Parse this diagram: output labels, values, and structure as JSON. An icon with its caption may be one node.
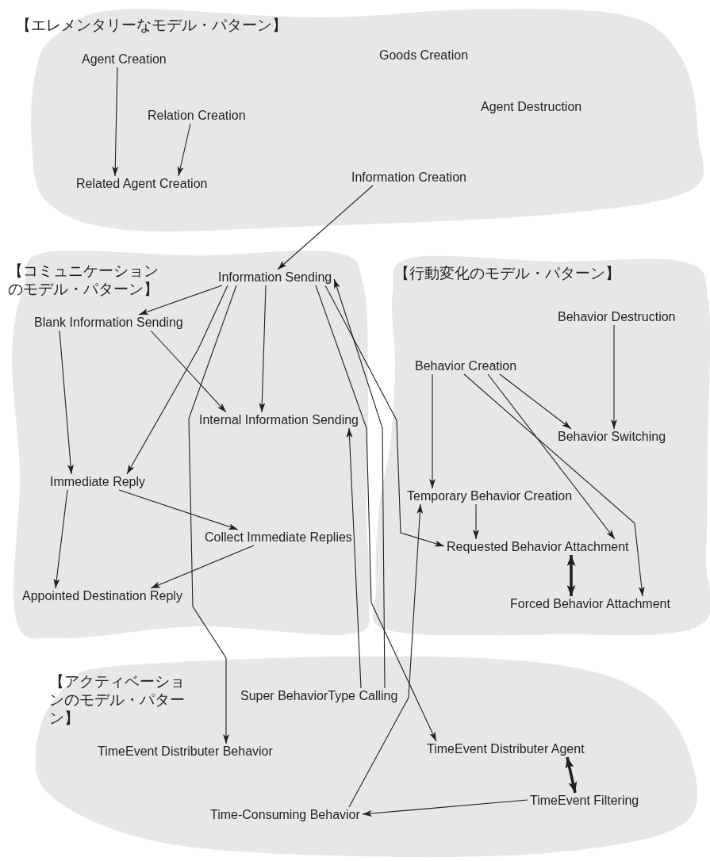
{
  "diagram": {
    "nodes": [
      {
        "text": [
          "【エレメンタリーなモデル・パターン】"
        ]
      },
      {
        "text": [
          "Agent Creation"
        ],
        "in": 0
      },
      {
        "text": [
          "Goods Creation"
        ],
        "in": 0
      },
      {
        "text": [
          "Relation Creation"
        ],
        "in": 0
      },
      {
        "text": [
          "Agent Destruction"
        ],
        "in": 0
      },
      {
        "text": [
          "Related Agent Creation"
        ],
        "in": 0
      },
      {
        "text": [
          "Information Creation"
        ],
        "in": 0
      },
      {
        "text": [
          "【コミュニケーションのモデル・パターン】"
        ]
      },
      {
        "text": [
          "Information Sending"
        ],
        "in": 7
      },
      {
        "text": [
          "Blank Information Sending"
        ],
        "in": 7
      },
      {
        "text": [
          "Internal Information Sending"
        ],
        "in": 7
      },
      {
        "text": [
          "Immediate Reply"
        ],
        "in": 7
      },
      {
        "text": [
          "Collect Immediate Replies"
        ],
        "in": 7
      },
      {
        "text": [
          "Appointed Destination Reply"
        ],
        "in": 7
      },
      {
        "text": [
          "【行動変化のモデル・パターン】"
        ]
      },
      {
        "text": [
          "Behavior Destruction"
        ],
        "in": 14
      },
      {
        "text": [
          "Behavior Creation"
        ],
        "in": 14
      },
      {
        "text": [
          "Behavior Switching"
        ],
        "in": 14
      },
      {
        "text": [
          "Temporary Behavior Creation"
        ],
        "in": 14
      },
      {
        "text": [
          "Requested Behavior Attachment"
        ],
        "in": 14
      },
      {
        "text": [
          "Forced Behavior Attachment"
        ],
        "in": 14
      },
      {
        "text": [
          "【アクティベーションのモデル・パターン】"
        ]
      },
      {
        "text": [
          "Super BehaviorType Calling"
        ],
        "in": 21
      },
      {
        "text": [
          "TimeEvent Distributer Behavior"
        ],
        "in": 21
      },
      {
        "text": [
          "TimeEvent Distributer Agent"
        ],
        "in": 21
      },
      {
        "text": [
          "TimeEvent Filtering"
        ],
        "in": 21
      },
      {
        "text": [
          "Time-Consuming Behavior"
        ],
        "in": 21
      }
    ],
    "edges": [
      {
        "from": 1,
        "to": 5,
        "arrow": "to"
      },
      {
        "from": 3,
        "to": 5,
        "arrow": "to"
      },
      {
        "from": 6,
        "to": 8,
        "arrow": "to"
      },
      {
        "from": 8,
        "to": 9,
        "arrow": "to"
      },
      {
        "from": 8,
        "to": 11,
        "arrow": "to"
      },
      {
        "from": 8,
        "to": 10,
        "arrow": "to"
      },
      {
        "from": 9,
        "to": 10,
        "arrow": "to"
      },
      {
        "from": 9,
        "to": 11,
        "arrow": "to"
      },
      {
        "from": 11,
        "to": 12,
        "arrow": "to"
      },
      {
        "from": 11,
        "to": 13,
        "arrow": "to"
      },
      {
        "from": 12,
        "to": 13,
        "arrow": "to"
      },
      {
        "from": 8,
        "to": 23,
        "arrow": "to"
      },
      {
        "from": 22,
        "to": 10,
        "arrow": "to"
      },
      {
        "from": 22,
        "to": 8,
        "arrow": "to"
      },
      {
        "from": 8,
        "to": 24,
        "arrow": "to"
      },
      {
        "from": 8,
        "to": 19,
        "arrow": "to"
      },
      {
        "from": 15,
        "to": 17,
        "arrow": "to"
      },
      {
        "from": 16,
        "to": 17,
        "arrow": "to"
      },
      {
        "from": 16,
        "to": 18,
        "arrow": "to"
      },
      {
        "from": 16,
        "to": 19,
        "arrow": "to"
      },
      {
        "from": 16,
        "to": 20,
        "arrow": "to"
      },
      {
        "from": 18,
        "to": 19,
        "arrow": "to"
      },
      {
        "from": 19,
        "to": 20,
        "arrow": "both",
        "style": "thick"
      },
      {
        "from": 26,
        "to": 18,
        "arrow": "to"
      },
      {
        "from": 24,
        "to": 25,
        "arrow": "both",
        "style": "thick"
      },
      {
        "from": 25,
        "to": 26,
        "arrow": "to"
      }
    ]
  }
}
